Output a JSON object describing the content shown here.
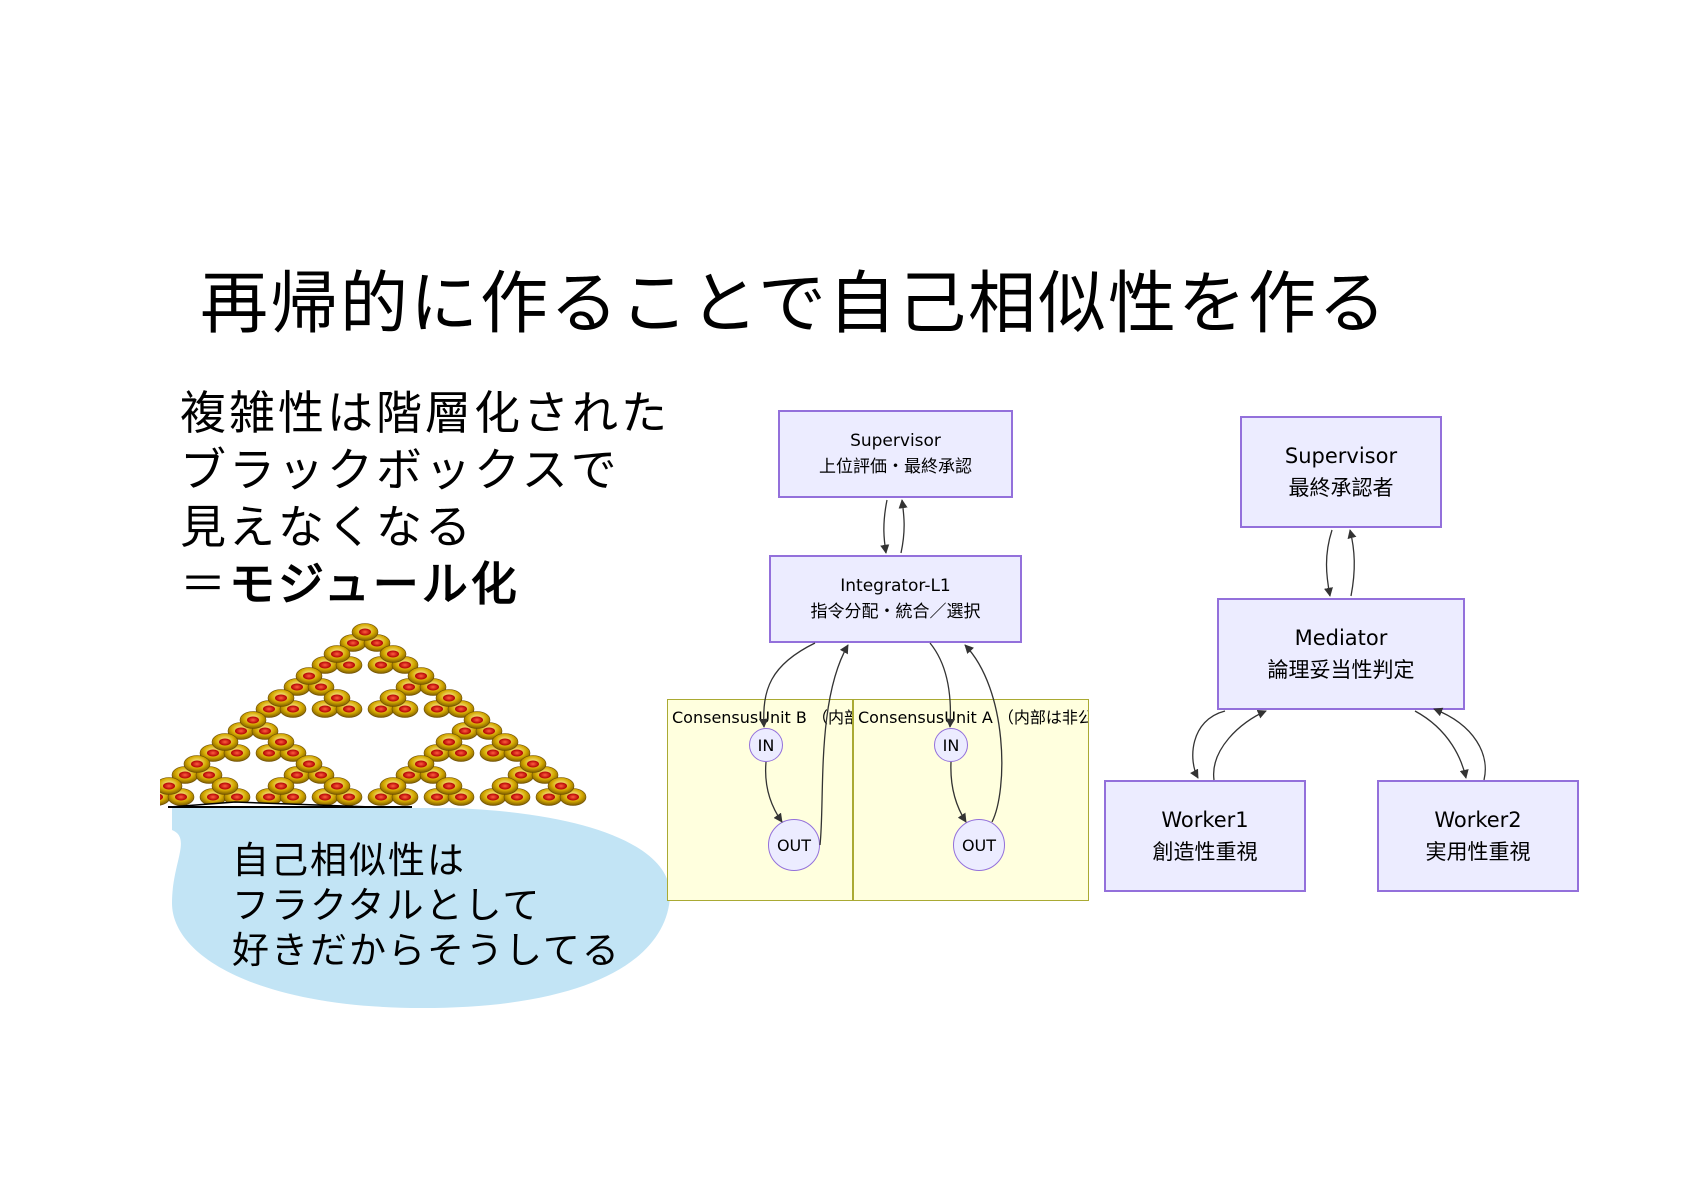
{
  "slide": {
    "title": "再帰的に作ることで自己相似性を作る",
    "lead_lines": [
      "複雑性は階層化された",
      "ブラックボックスで",
      "見えなくなる"
    ],
    "lead_prefix": "＝",
    "lead_emphasis": "モジュール化",
    "bubble_lines": [
      "自己相似性は",
      "フラクタルとして",
      "好きだからそうしてる"
    ],
    "bubble_color": "#c2e4f5",
    "fractal_colors": {
      "gold": "#c8a000",
      "red": "#e02010"
    }
  },
  "diagram_left": {
    "supervisor": {
      "name": "Supervisor",
      "role": "上位評価・最終承認"
    },
    "integrator": {
      "name": "Integrator-L1",
      "role": "指令分配・統合／選択"
    },
    "clusters": [
      {
        "label": "ConsensusUnit B （内部は非公開）",
        "in_label": "IN",
        "out_label": "OUT"
      },
      {
        "label": "ConsensusUnit A （内部は非公開）",
        "in_label": "IN",
        "out_label": "OUT"
      }
    ]
  },
  "diagram_right": {
    "supervisor": {
      "name": "Supervisor",
      "role": "最終承認者"
    },
    "mediator": {
      "name": "Mediator",
      "role": "論理妥当性判定"
    },
    "workers": [
      {
        "name": "Worker1",
        "role": "創造性重視"
      },
      {
        "name": "Worker2",
        "role": "実用性重視"
      }
    ]
  },
  "colors": {
    "node_fill": "#ececff",
    "node_border": "#9370db",
    "cluster_fill": "#ffffde",
    "cluster_border": "#aaaa33",
    "edge": "#333333"
  }
}
